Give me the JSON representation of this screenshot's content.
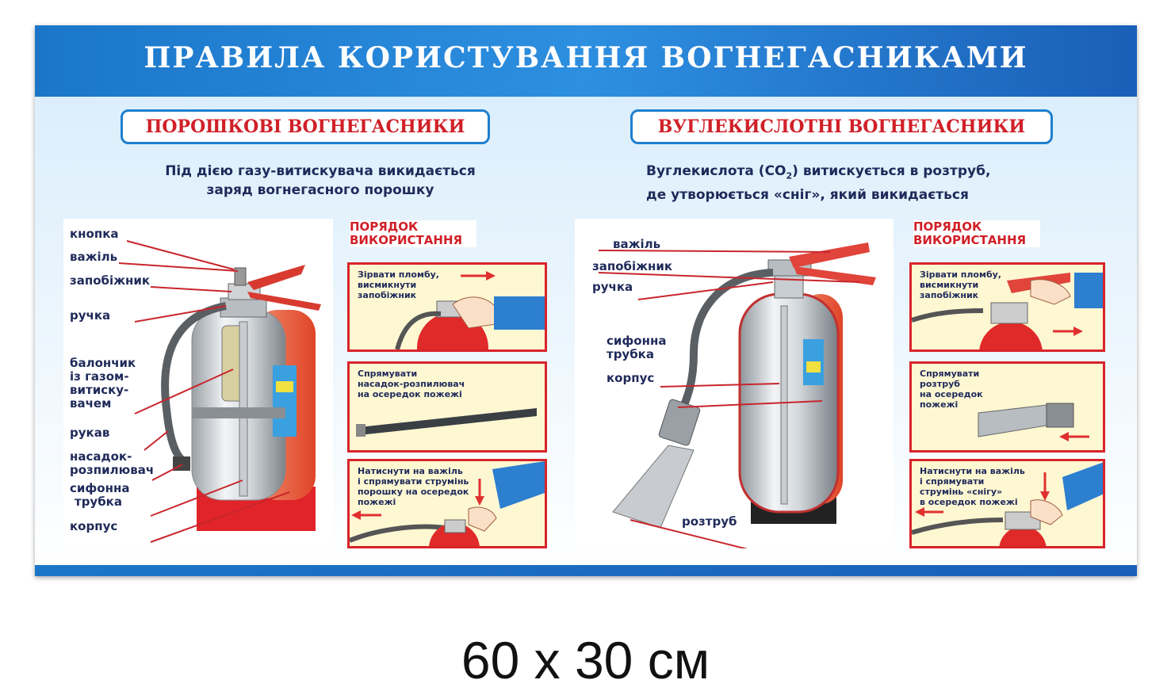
{
  "title": "ПРАВИЛА КОРИСТУВАННЯ ВОГНЕГАСНИКАМИ",
  "powder": {
    "heading": "ПОРОШКОВІ ВОГНЕГАСНИКИ",
    "description_lines": [
      "Під дією газу-витискувача викидається",
      "заряд вогнегасного порошку"
    ],
    "parts": [
      "кнопка",
      "важіль",
      "запобіжник",
      "ручка",
      "балончик",
      "із газом-",
      "витиску-",
      "вачем",
      "рукав",
      "насадок-",
      "розпилювач",
      "сифонна",
      "трубка",
      "корпус"
    ],
    "steps_heading": [
      "ПОРЯДОК",
      "ВИКОРИСТАННЯ"
    ],
    "steps": [
      [
        "Зірвати пломбу,",
        "висмикнути",
        "запобіжник"
      ],
      [
        "Спрямувати",
        "насадок-розпилювач",
        "на осередок пожежі"
      ],
      [
        "Натиснути на важіль",
        "і спрямувати струмінь",
        "порошку на осередок",
        "пожежі"
      ]
    ]
  },
  "co2": {
    "heading": "ВУГЛЕКИСЛОТНІ ВОГНЕГАСНИКИ",
    "description_line1_a": "Вуглекислота (CO",
    "description_sub": "2",
    "description_line1_b": ") витискується в розтруб,",
    "description_line2": "де утворюється «сніг», який викидається",
    "parts": [
      "важіль",
      "запобіжник",
      "ручка",
      "сифонна",
      "трубка",
      "корпус",
      "розтруб"
    ],
    "steps_heading": [
      "ПОРЯДОК",
      "ВИКОРИСТАННЯ"
    ],
    "steps": [
      [
        "Зірвати пломбу,",
        "висмикнути",
        "запобіжник"
      ],
      [
        "Спрямувати",
        "розтруб",
        "на осередок",
        "пожежі"
      ],
      [
        "Натиснути на важіль",
        "і спрямувати",
        "струмінь «снігу»",
        "в осередок пожежі"
      ]
    ]
  },
  "size_label": "60 х 30 см",
  "colors": {
    "header_blue": "#1b76c9",
    "accent_red": "#d02028",
    "text_navy": "#1f2a5a",
    "step_bg": "#fdf7d2"
  },
  "icons": [
    "fire-extinguisher-powder-icon",
    "fire-extinguisher-co2-icon",
    "arrow-right-icon",
    "arrow-left-icon",
    "arrow-down-icon",
    "hand-icon",
    "nozzle-icon",
    "horn-icon"
  ]
}
